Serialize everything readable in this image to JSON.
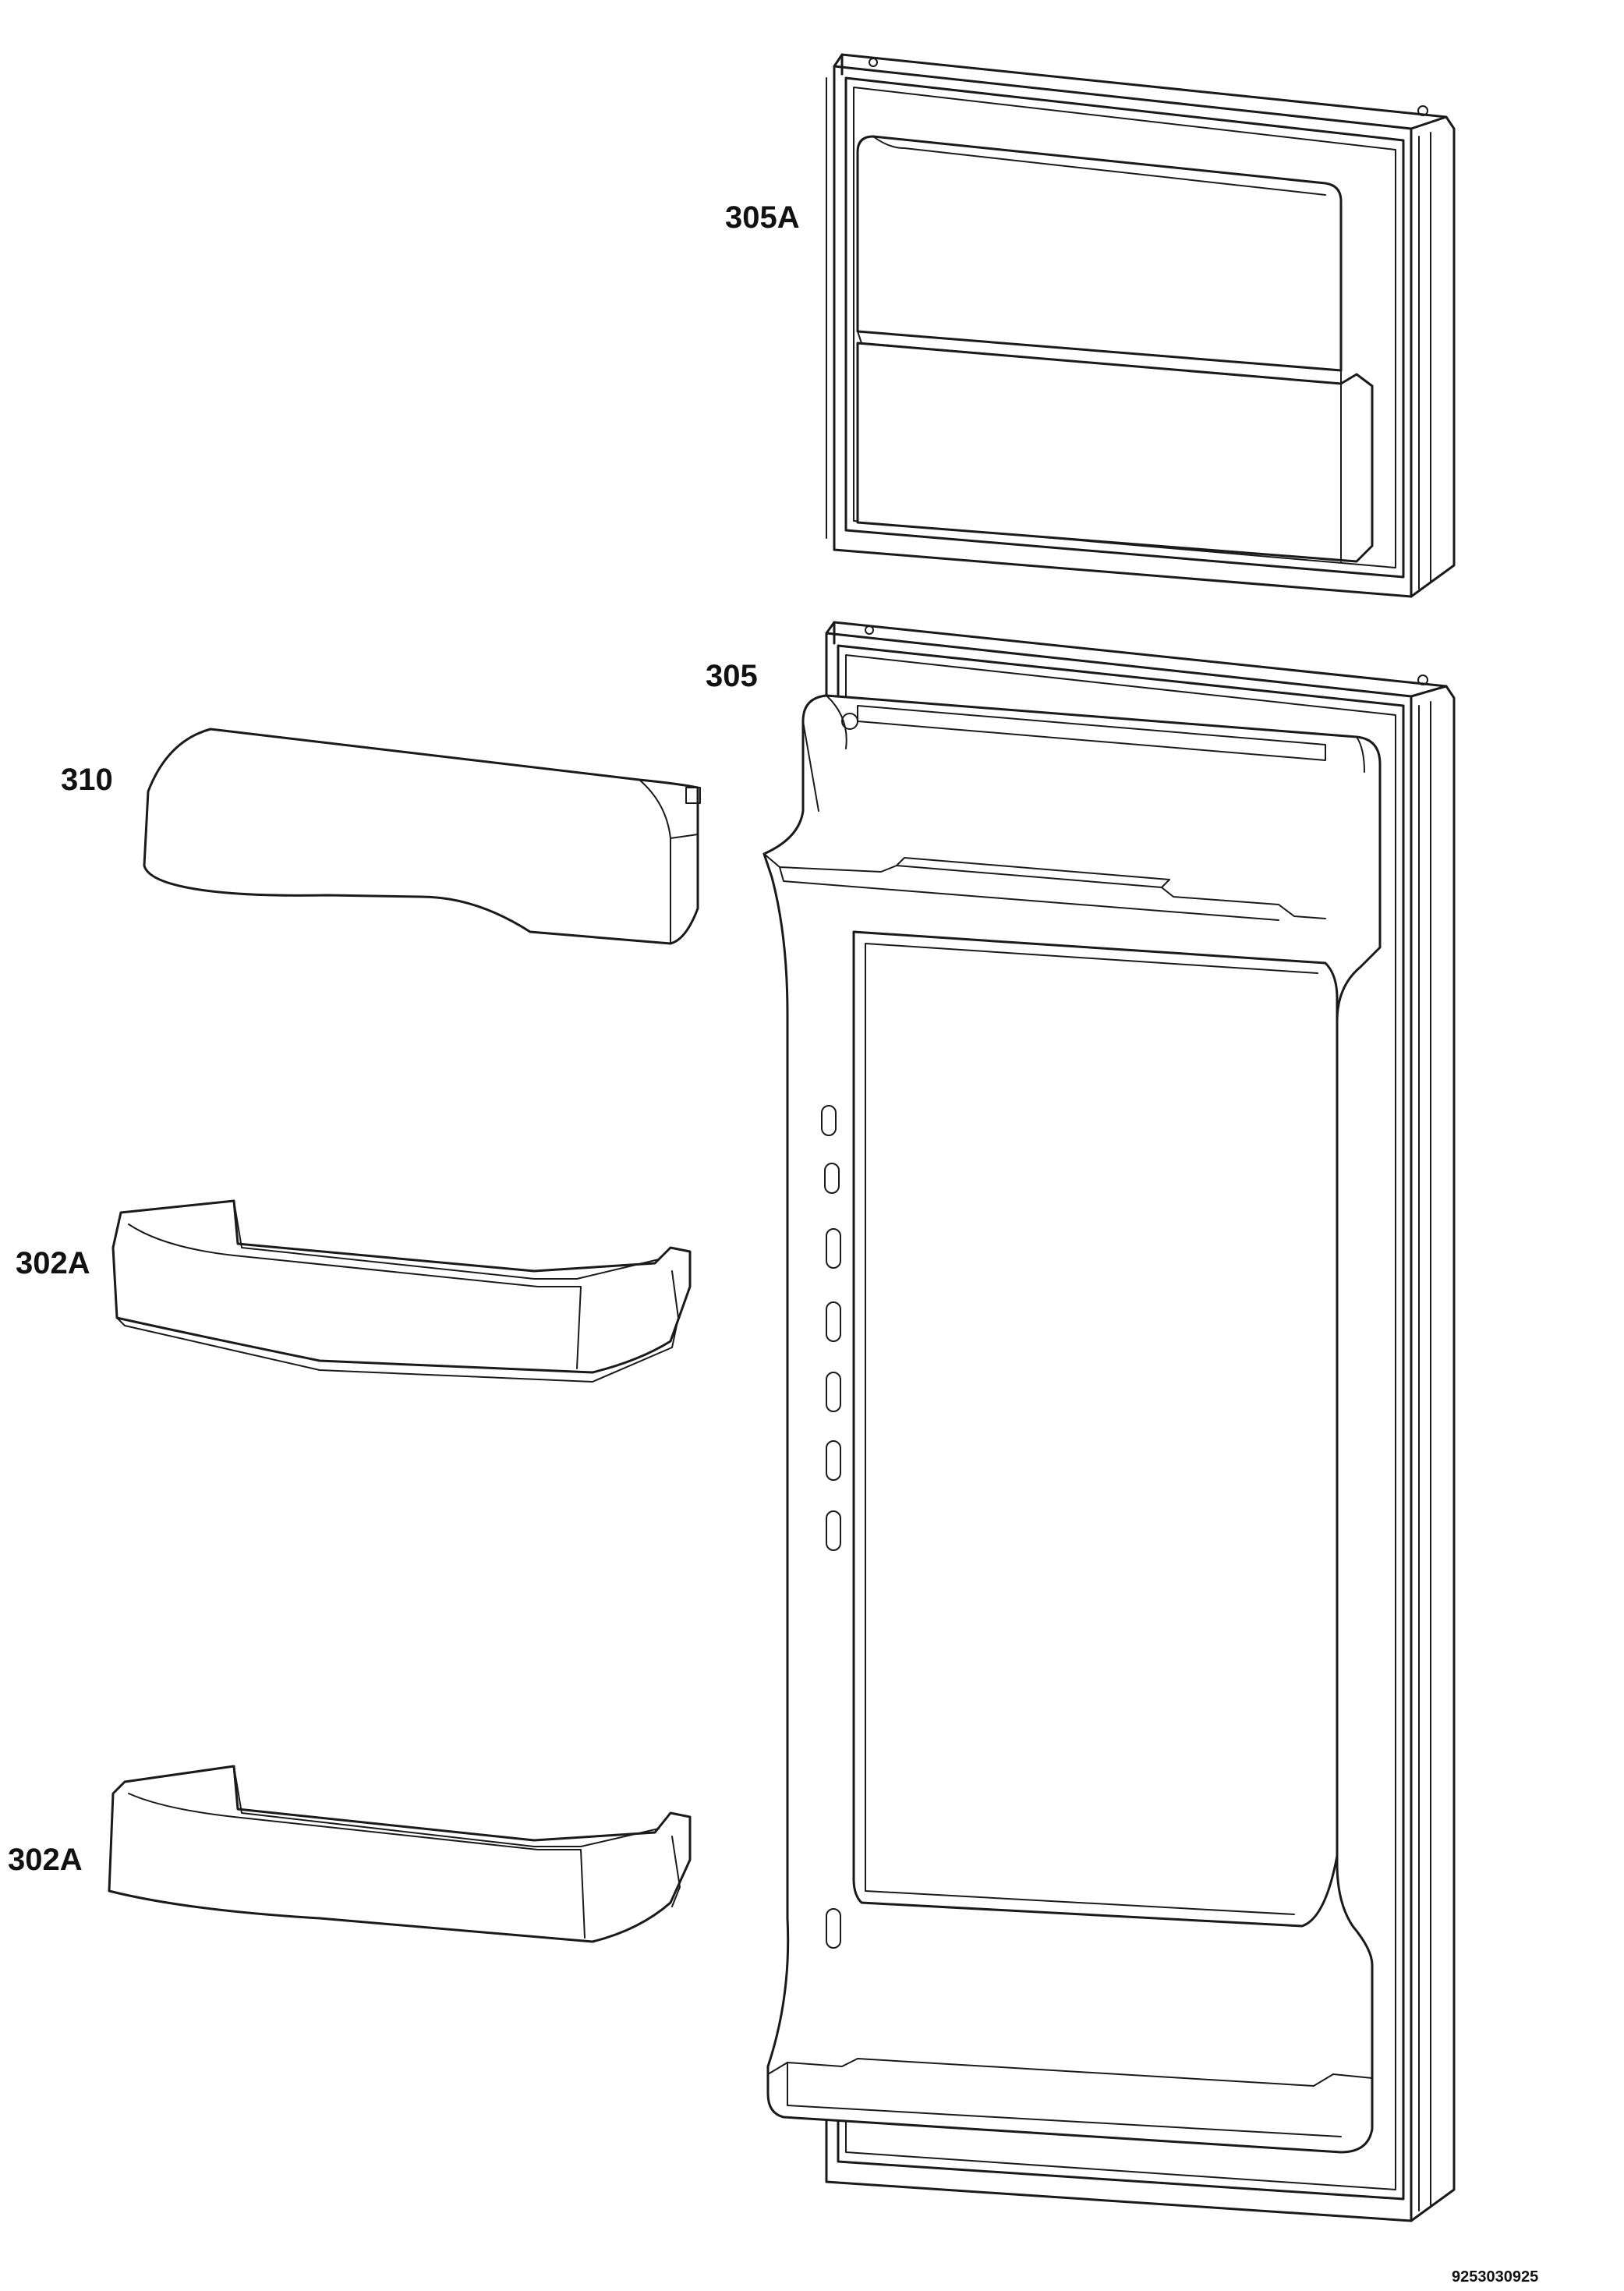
{
  "labels": {
    "freezer_door": "305A",
    "fridge_door": "305",
    "dairy_cover": "310",
    "bottle_shelf_upper": "302A",
    "bottle_shelf_lower": "302A",
    "drawing_number": "9253030925"
  },
  "colors": {
    "line": "#1a1a1a",
    "background": "#ffffff"
  }
}
